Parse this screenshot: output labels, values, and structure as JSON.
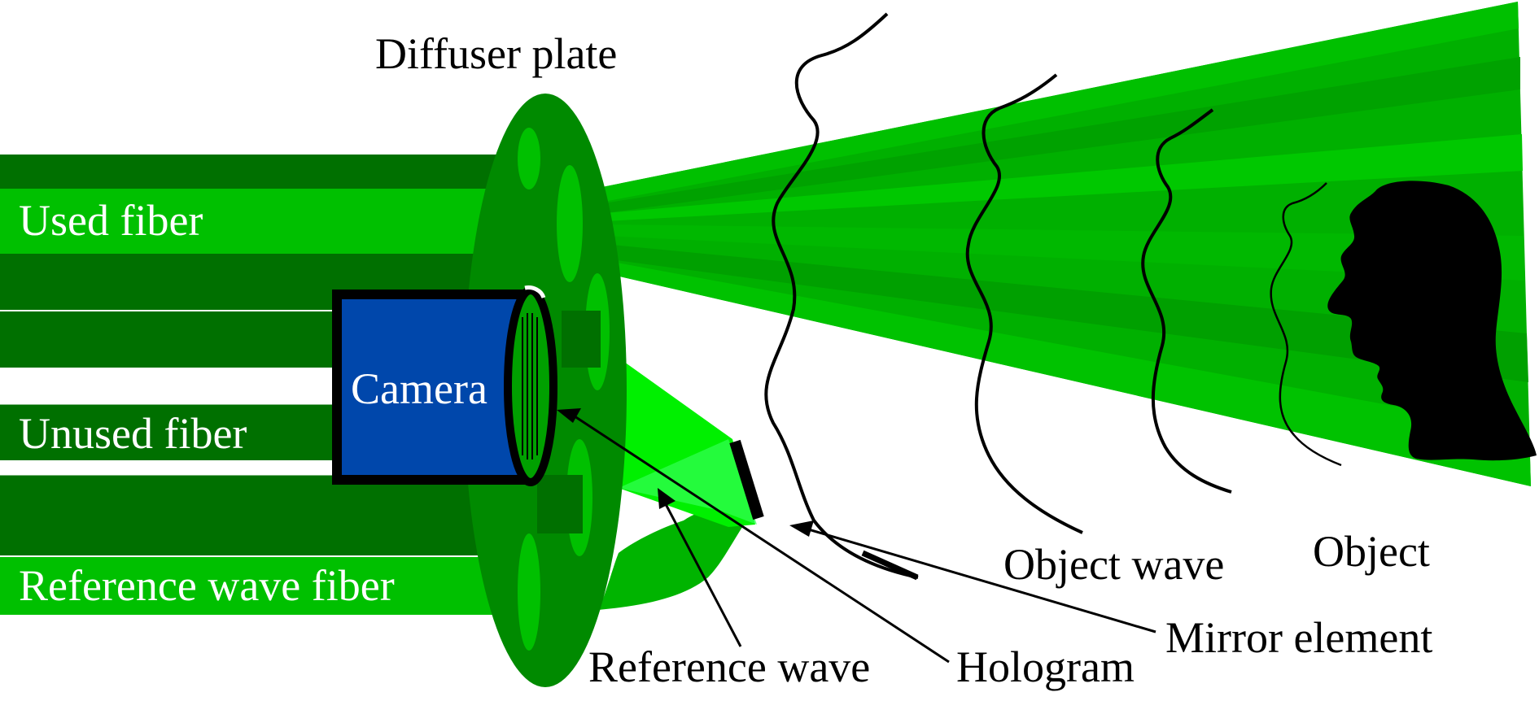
{
  "labels": {
    "diffuser_plate": "Diffuser plate",
    "used_fiber": "Used fiber",
    "unused_fiber": "Unused fiber",
    "reference_wave_fiber": "Reference wave fiber",
    "camera": "Camera",
    "object_wave": "Object wave",
    "object": "Object",
    "mirror_element": "Mirror element",
    "hologram": "Hologram",
    "reference_wave": "Reference wave"
  },
  "colors": {
    "dark_green": "#007000",
    "medium_green": "#00a000",
    "bright_green": "#00c000",
    "light_green": "#00e000",
    "camera_blue": "#0047ab",
    "black": "#000000"
  }
}
